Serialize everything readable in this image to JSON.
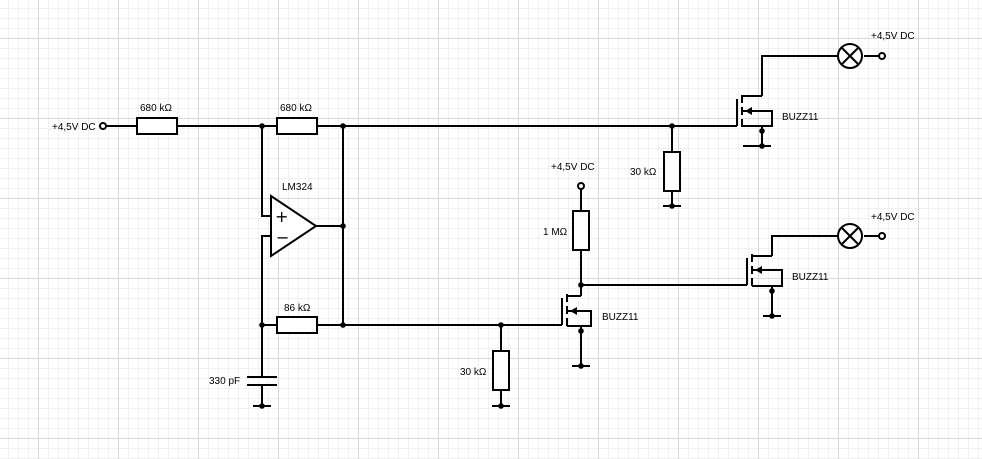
{
  "labels": {
    "vin_supply": "+4,5V DC",
    "r_input": "680 kΩ",
    "r_feedback_top": "680 kΩ",
    "opamp": "LM324",
    "r_feedback_bottom": "86 kΩ",
    "capacitor": "330 pF",
    "r_pulldown_gate1": "30 kΩ",
    "r_pulldown_gate3": "30 kΩ",
    "r_pullup": "1 MΩ",
    "supply_pullup": "+4,5V DC",
    "supply_lamp1": "+4,5V DC",
    "supply_lamp2": "+4,5V DC",
    "mosfet1": "BUZZ11",
    "mosfet2": "BUZZ11",
    "mosfet3": "BUZZ11",
    "opamp_plus": "+",
    "opamp_minus": "−"
  }
}
